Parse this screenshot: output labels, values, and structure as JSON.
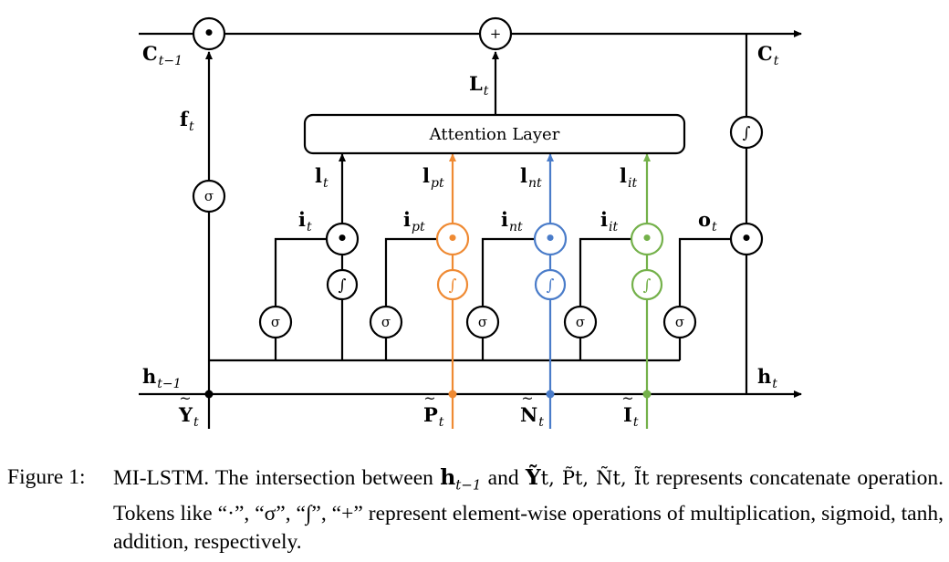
{
  "diagram": {
    "attention_box_label": "Attention Layer",
    "labels": {
      "c_prev": "C",
      "c_prev_sub": "t−1",
      "c_t": "C",
      "c_t_sub": "t",
      "f_t": "f",
      "f_t_sub": "t",
      "L_t": "L",
      "L_t_sub": "t",
      "l_t": "l",
      "l_t_sub": "t",
      "l_pt": "l",
      "l_pt_sub": "pt",
      "l_nt": "l",
      "l_nt_sub": "nt",
      "l_it": "l",
      "l_it_sub": "it",
      "i_t": "i",
      "i_t_sub": "t",
      "i_pt": "i",
      "i_pt_sub": "pt",
      "i_nt": "i",
      "i_nt_sub": "nt",
      "i_it": "i",
      "i_it_sub": "it",
      "o_t": "o",
      "o_t_sub": "t",
      "h_prev": "h",
      "h_prev_sub": "t−1",
      "h_t": "h",
      "h_t_sub": "t",
      "Y_t": "Y",
      "Y_t_sub": "t",
      "P_t": "P",
      "P_t_sub": "t",
      "N_t": "N",
      "N_t_sub": "t",
      "I_t": "I",
      "I_t_sub": "t"
    },
    "ops": {
      "mult": "•",
      "add": "+",
      "sigmoid": "σ",
      "tanh": "∫"
    },
    "colors": {
      "main": "#000000",
      "P": "#ef8a33",
      "N": "#4a7cc9",
      "I": "#74b14a"
    }
  },
  "caption": {
    "figure_label": "Figure 1:",
    "text_part1": "MI-LSTM. The intersection between ",
    "h": "h",
    "h_sub": "t−1",
    "and": " and ",
    "tokens": "Ỹ",
    "tokens_rest": "t, P̃t, Ñt, Ĩt",
    "text_part2": " represents concatenate operation. Tokens like “·”, “σ”, “∫”, “+” represent element-wise operations of multiplication, sigmoid, tanh, addition, respectively."
  }
}
